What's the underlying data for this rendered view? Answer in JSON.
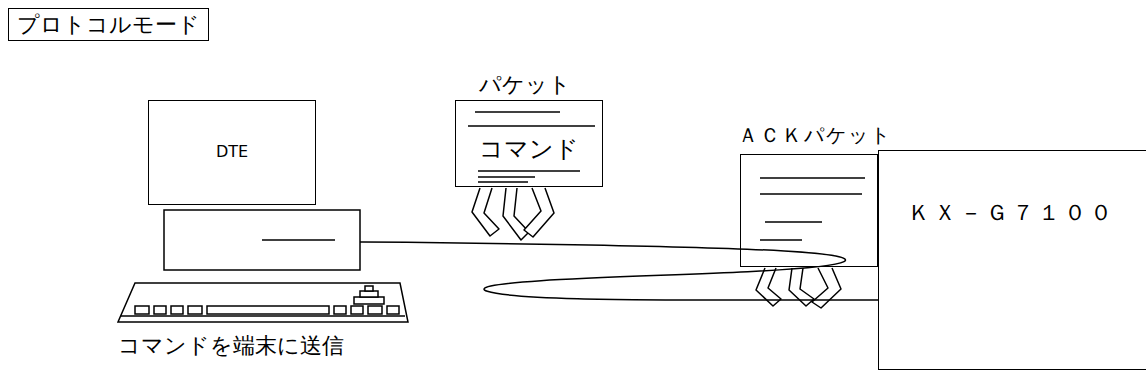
{
  "diagram": {
    "nodes": [
      {
        "text": [
          "プロトコルモード"
        ]
      },
      {
        "text": [
          "DTE"
        ]
      },
      {
        "text": [
          "パケット",
          "コマンド"
        ]
      },
      {
        "text": [
          "ＡＣＫパケット"
        ]
      },
      {
        "text": [
          "ＫＸ－Ｇ７１００"
        ]
      }
    ],
    "edges": [
      {
        "from": 1,
        "to": 4,
        "arrow": "none"
      }
    ],
    "labels": [
      "コマンドを端末に送信"
    ]
  }
}
